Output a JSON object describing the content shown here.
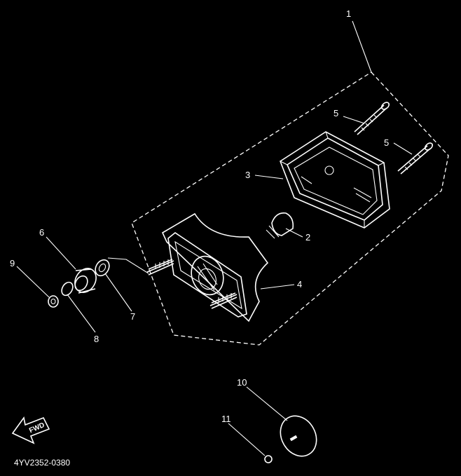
{
  "diagram_code": "4YV2352-0380",
  "fwd_label": "FWD",
  "callouts": [
    {
      "id": "1",
      "label": "1"
    },
    {
      "id": "2",
      "label": "2"
    },
    {
      "id": "3",
      "label": "3"
    },
    {
      "id": "4",
      "label": "4"
    },
    {
      "id": "5a",
      "label": "5"
    },
    {
      "id": "5b",
      "label": "5"
    },
    {
      "id": "6",
      "label": "6"
    },
    {
      "id": "7",
      "label": "7"
    },
    {
      "id": "8",
      "label": "8"
    },
    {
      "id": "9",
      "label": "9"
    },
    {
      "id": "10",
      "label": "10"
    },
    {
      "id": "11",
      "label": "11"
    }
  ]
}
